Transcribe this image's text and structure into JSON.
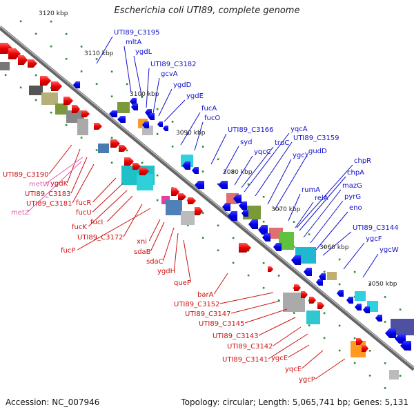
{
  "title": "Escherichia coli UTI89, complete genome",
  "footer": {
    "accession": "Accession: NC_007946",
    "summary": "Topology: circular; Length: 5,065,741 bp; Genes: 5,131"
  },
  "colors": {
    "backbone": "#7f7f7f",
    "tick": "#2e8b2e",
    "forward_label": "#1010cc",
    "reverse_label": "#cc1010",
    "rna_label": "#e060b0"
  },
  "scale": {
    "ticks": [
      {
        "label": "3120 kbp"
      },
      {
        "label": "3110 kbp"
      },
      {
        "label": "3100 kbp"
      },
      {
        "label": "3090 kbp"
      },
      {
        "label": "3080 kbp"
      },
      {
        "label": "3070 kbp"
      },
      {
        "label": "3060 kbp"
      },
      {
        "label": "3050 kbp"
      }
    ]
  },
  "labels": {
    "forward": [
      "UTI89_C3195",
      "mltA",
      "ygdL",
      "UTI89_C3182",
      "gcvA",
      "ygdD",
      "ygdE",
      "fucA",
      "fucO",
      "UTI89_C3166",
      "syd",
      "yqcC",
      "truC",
      "yqcA",
      "UTI89_C3159",
      "ygcY",
      "gudD",
      "chpR",
      "chpA",
      "rumA",
      "relA",
      "mazG",
      "pyrG",
      "eno",
      "UTI89_C3144",
      "ygcF",
      "ygcW"
    ],
    "reverse": [
      "UTI89_C3190",
      "ygdK",
      "UTI89_C3183",
      "UTI89_C3181",
      "fucR",
      "fucU",
      "fucK",
      "fucI",
      "UTI89_C3172",
      "fucP",
      "xni",
      "sdaB",
      "sdaC",
      "ygdH",
      "queF",
      "barA",
      "UTI89_C3152",
      "UTI89_C3147",
      "UTI89_C3145",
      "UTI89_C3143",
      "UTI89_C3142",
      "UTI89_C3141",
      "ygcE",
      "yqcE",
      "ygcP"
    ],
    "rna": [
      "metW",
      "metZ"
    ]
  }
}
